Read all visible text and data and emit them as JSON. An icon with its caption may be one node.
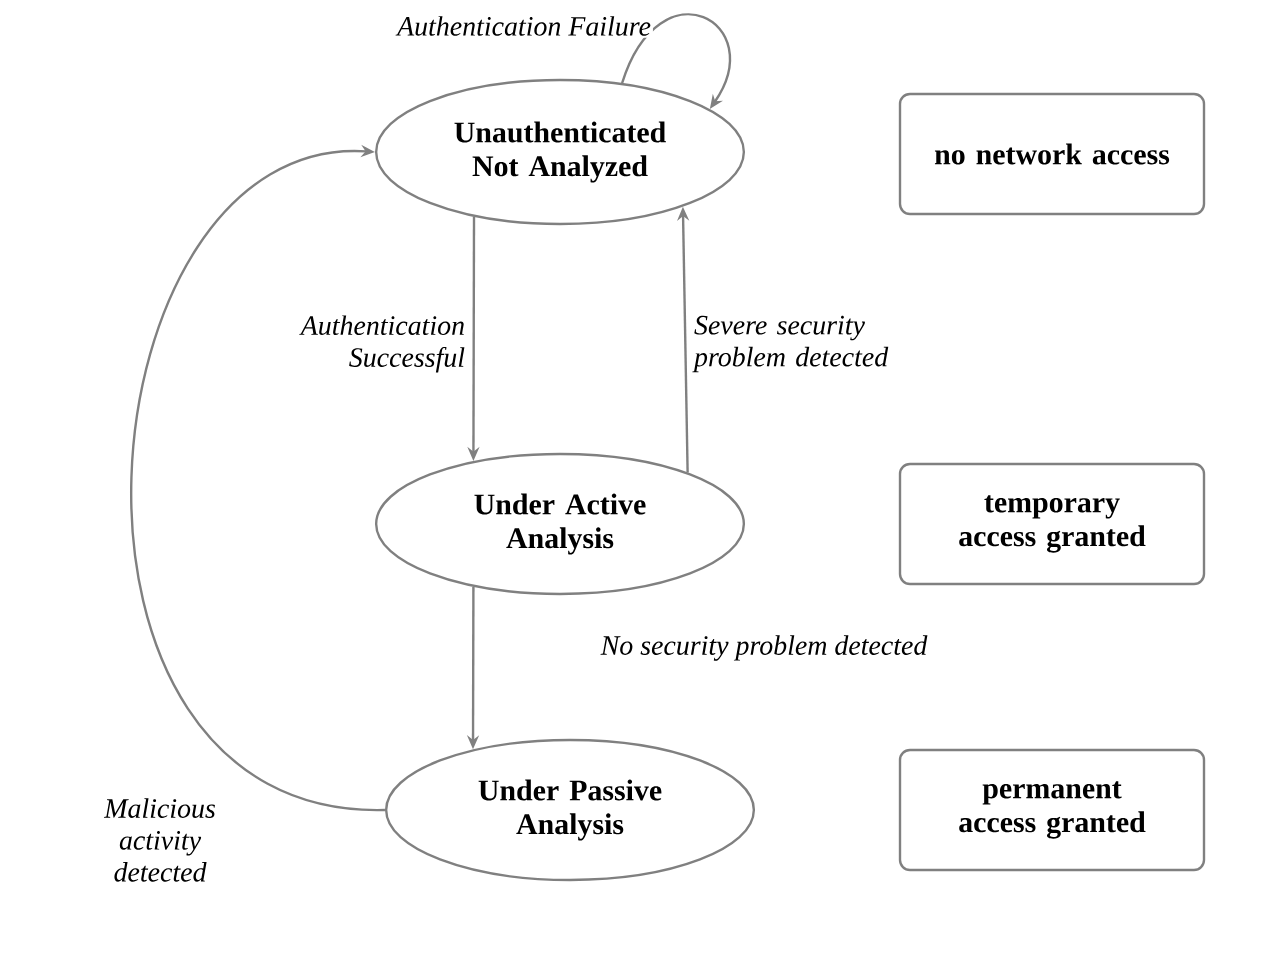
{
  "diagram": {
    "nodes": [
      {
        "text": [
          "Unauthenticated Not Analyzed"
        ]
      },
      {
        "text": [
          "Under Active Analysis"
        ]
      },
      {
        "text": [
          "Under Passive Analysis"
        ]
      },
      {
        "text": [
          "no network access"
        ]
      },
      {
        "text": [
          "temporary access granted"
        ]
      },
      {
        "text": [
          "permanent access granted"
        ]
      }
    ],
    "edges": [
      {
        "from": 0,
        "to": 0,
        "arrow": "to",
        "label": "Authentication Failure"
      },
      {
        "from": 0,
        "to": 1,
        "arrow": "to",
        "label": "Authentication Successful"
      },
      {
        "from": 1,
        "to": 0,
        "arrow": "to",
        "label": "Severe security problem detected"
      },
      {
        "from": 1,
        "to": 2,
        "arrow": "to",
        "label": "No security problem detected"
      },
      {
        "from": 2,
        "to": 0,
        "arrow": "to",
        "label": "Malicious activity detected"
      }
    ]
  }
}
